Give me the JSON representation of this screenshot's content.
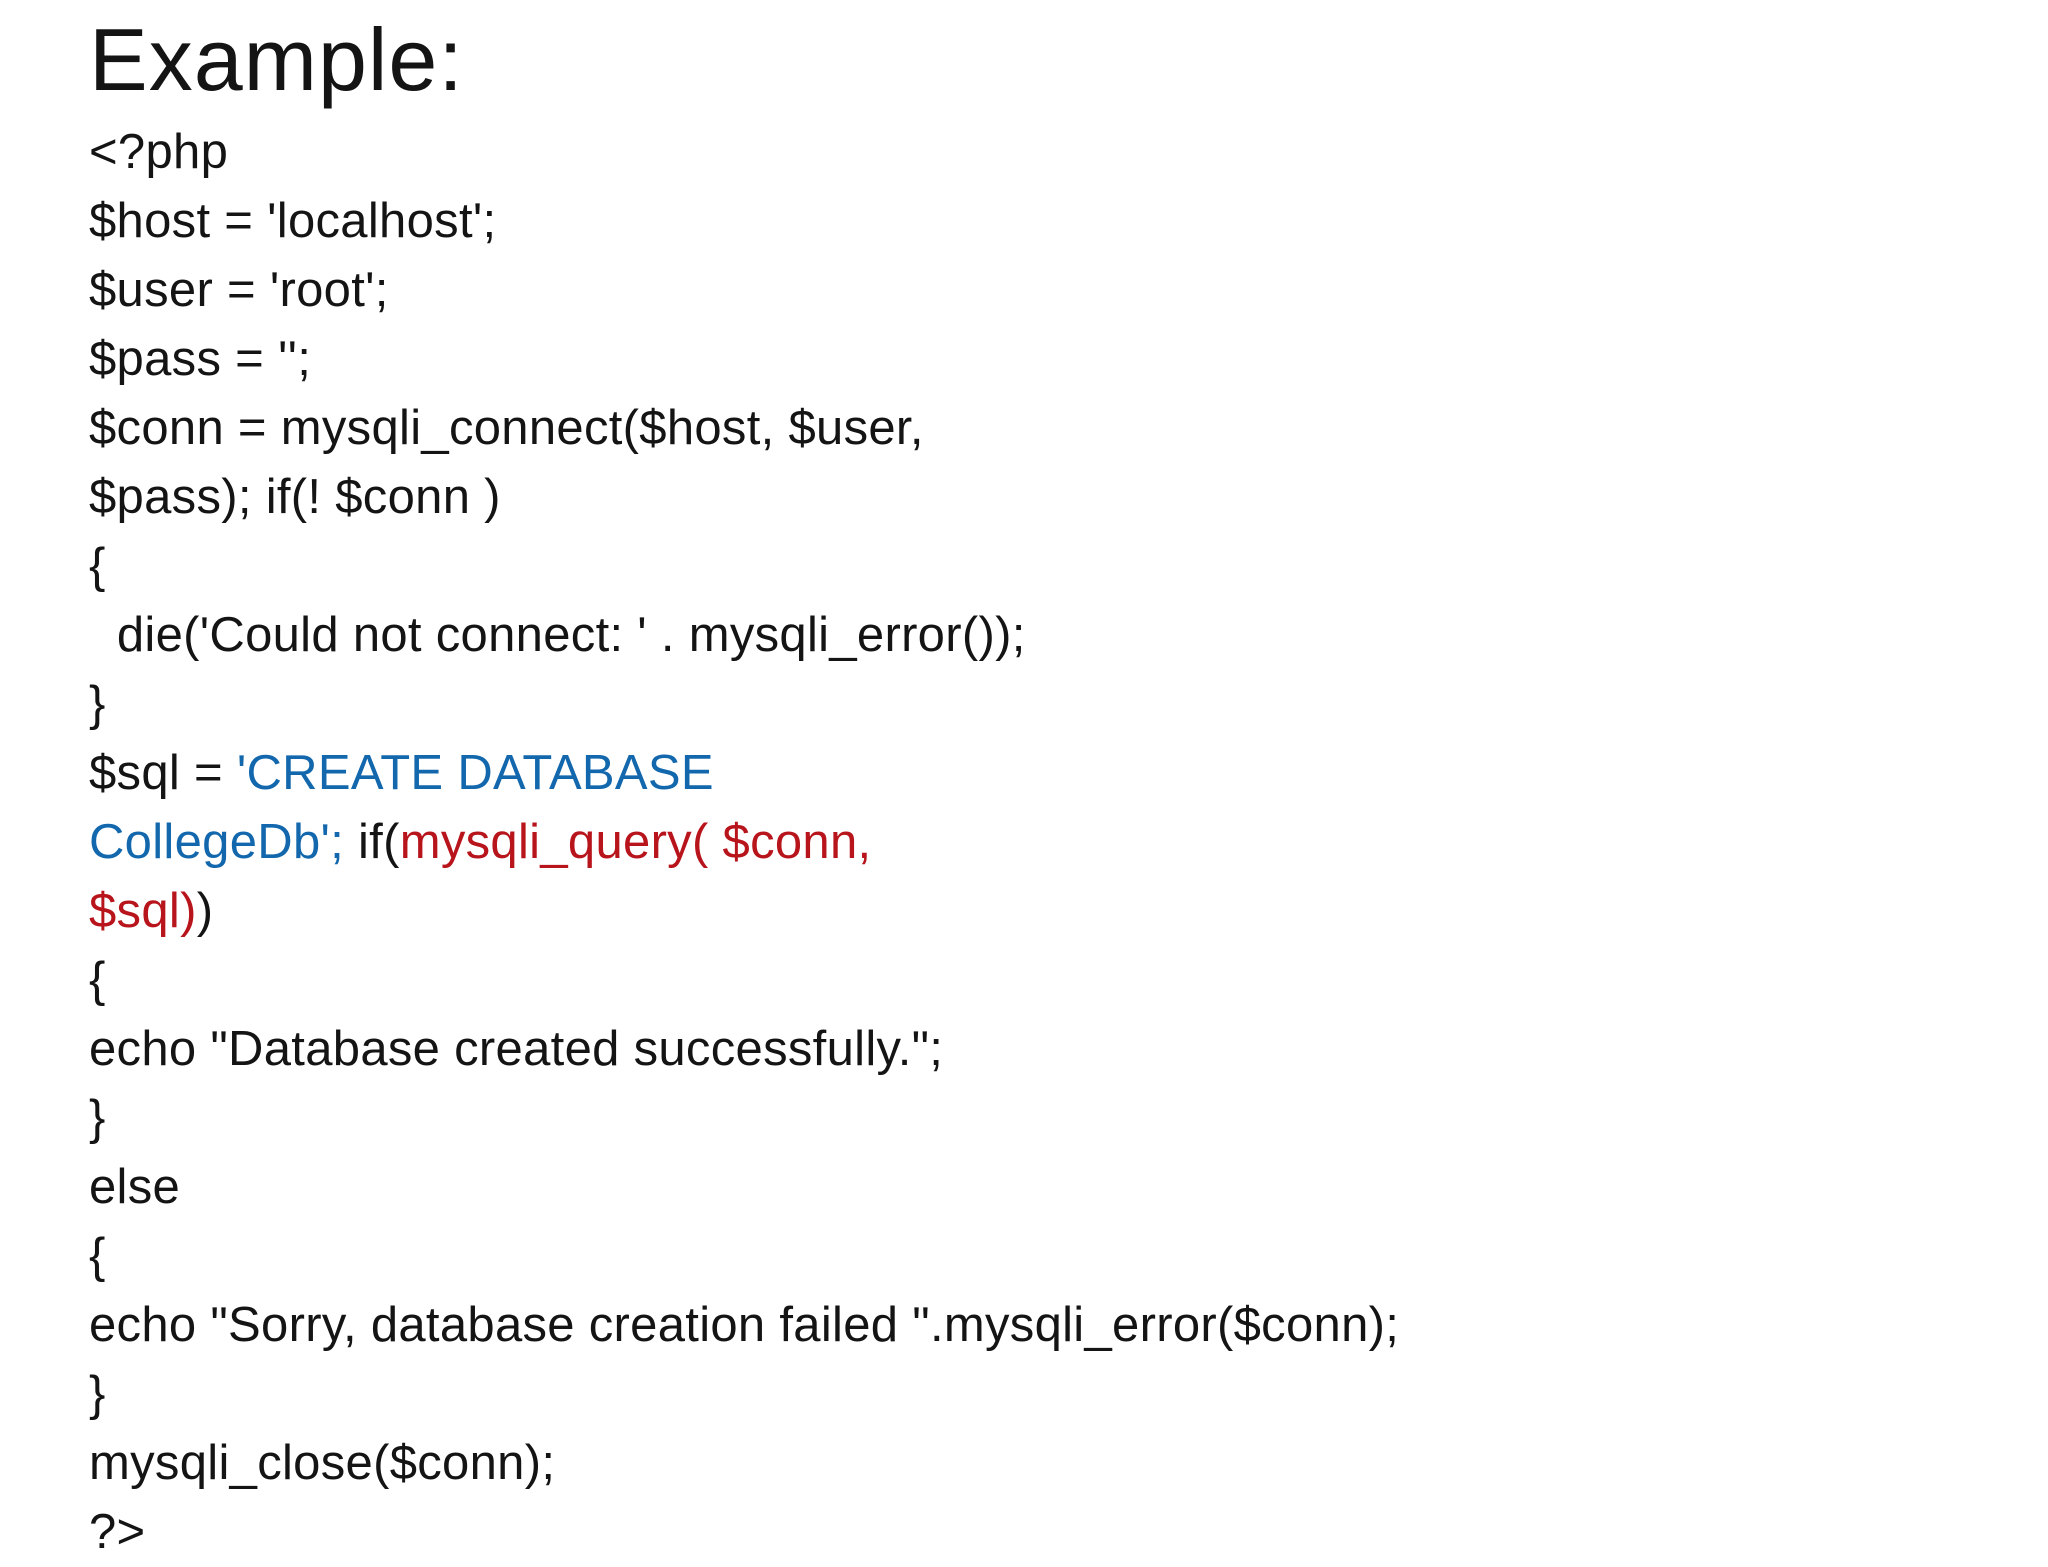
{
  "slide": {
    "title": "Example:",
    "colors": {
      "text": "#141414",
      "string_highlight": "#1267ad",
      "function_highlight": "#b8141b",
      "background": "#ffffff"
    },
    "code_lines": [
      [
        {
          "text": "<?php",
          "color": "black"
        }
      ],
      [
        {
          "text": "$host = 'localhost';",
          "color": "black"
        }
      ],
      [
        {
          "text": "$user = 'root';",
          "color": "black"
        }
      ],
      [
        {
          "text": "$pass = '';",
          "color": "black"
        }
      ],
      [
        {
          "text": "$conn = mysqli_connect($host, $user,",
          "color": "black"
        }
      ],
      [
        {
          "text": "$pass); if(! $conn )",
          "color": "black"
        }
      ],
      [
        {
          "text": "{",
          "color": "black"
        }
      ],
      [
        {
          "text": "  die('Could not connect: ' . mysqli_error());",
          "color": "black"
        }
      ],
      [
        {
          "text": "}",
          "color": "black"
        }
      ],
      [
        {
          "text": "$sql = ",
          "color": "black"
        },
        {
          "text": "'CREATE DATABASE",
          "color": "blue"
        }
      ],
      [
        {
          "text": "CollegeDb';",
          "color": "blue"
        },
        {
          "text": " if(",
          "color": "black"
        },
        {
          "text": "mysqli_query( $conn,",
          "color": "red"
        }
      ],
      [
        {
          "text": "$sql)",
          "color": "red"
        },
        {
          "text": ")",
          "color": "black"
        }
      ],
      [
        {
          "text": "{",
          "color": "black"
        }
      ],
      [
        {
          "text": "echo \"Database created successfully.\";",
          "color": "black"
        }
      ],
      [
        {
          "text": "}",
          "color": "black"
        }
      ],
      [
        {
          "text": "else",
          "color": "black"
        }
      ],
      [
        {
          "text": "{",
          "color": "black"
        }
      ],
      [
        {
          "text": "echo \"Sorry, database creation failed \".mysqli_error($conn);",
          "color": "black"
        }
      ],
      [
        {
          "text": "}",
          "color": "black"
        }
      ],
      [
        {
          "text": "mysqli_close($conn);",
          "color": "black"
        }
      ],
      [
        {
          "text": "?>",
          "color": "black"
        }
      ]
    ]
  }
}
